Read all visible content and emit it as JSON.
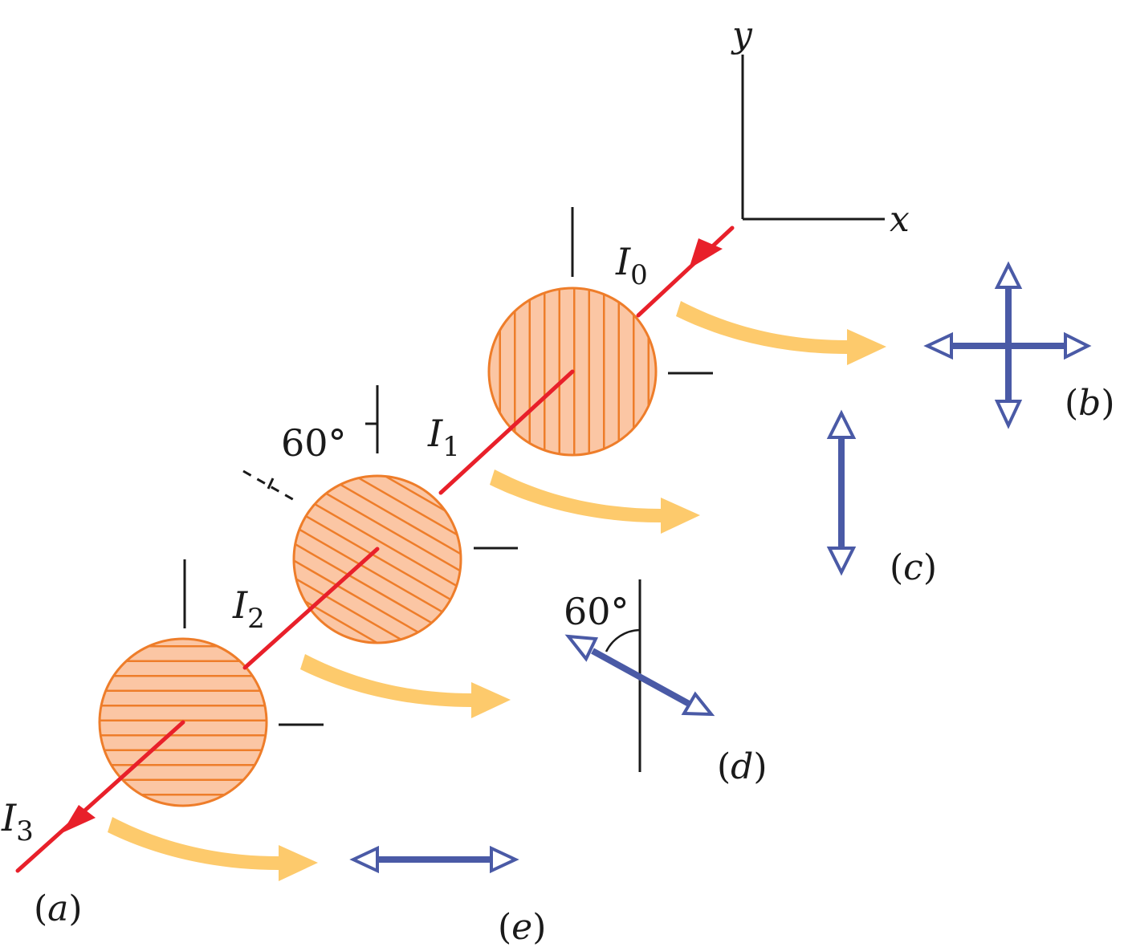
{
  "colors": {
    "beam": "#e8202a",
    "filter_fill": "#fbc6a4",
    "filter_stroke": "#ee7d2a",
    "flow_arrow": "#fdca6c",
    "polarization": "#4a5aa6",
    "ink": "#1a1a1a"
  },
  "axes": {
    "x_label": "x",
    "y_label": "y"
  },
  "intensities": {
    "i0": {
      "main": "I",
      "sub": "0"
    },
    "i1": {
      "main": "I",
      "sub": "1"
    },
    "i2": {
      "main": "I",
      "sub": "2"
    },
    "i3": {
      "main": "I",
      "sub": "3"
    }
  },
  "angles": {
    "filter_tilt": "60°",
    "polarization_tilt": "60°"
  },
  "panels": {
    "a": {
      "open": "(",
      "letter": "a",
      "close": ")"
    },
    "b": {
      "open": "(",
      "letter": "b",
      "close": ")"
    },
    "c": {
      "open": "(",
      "letter": "c",
      "close": ")"
    },
    "d": {
      "open": "(",
      "letter": "d",
      "close": ")"
    },
    "e": {
      "open": "(",
      "letter": "e",
      "close": ")"
    }
  },
  "filters": [
    {
      "name": "first",
      "axis": "vertical"
    },
    {
      "name": "second",
      "axis": "tilted 60°"
    },
    {
      "name": "third",
      "axis": "horizontal"
    }
  ]
}
